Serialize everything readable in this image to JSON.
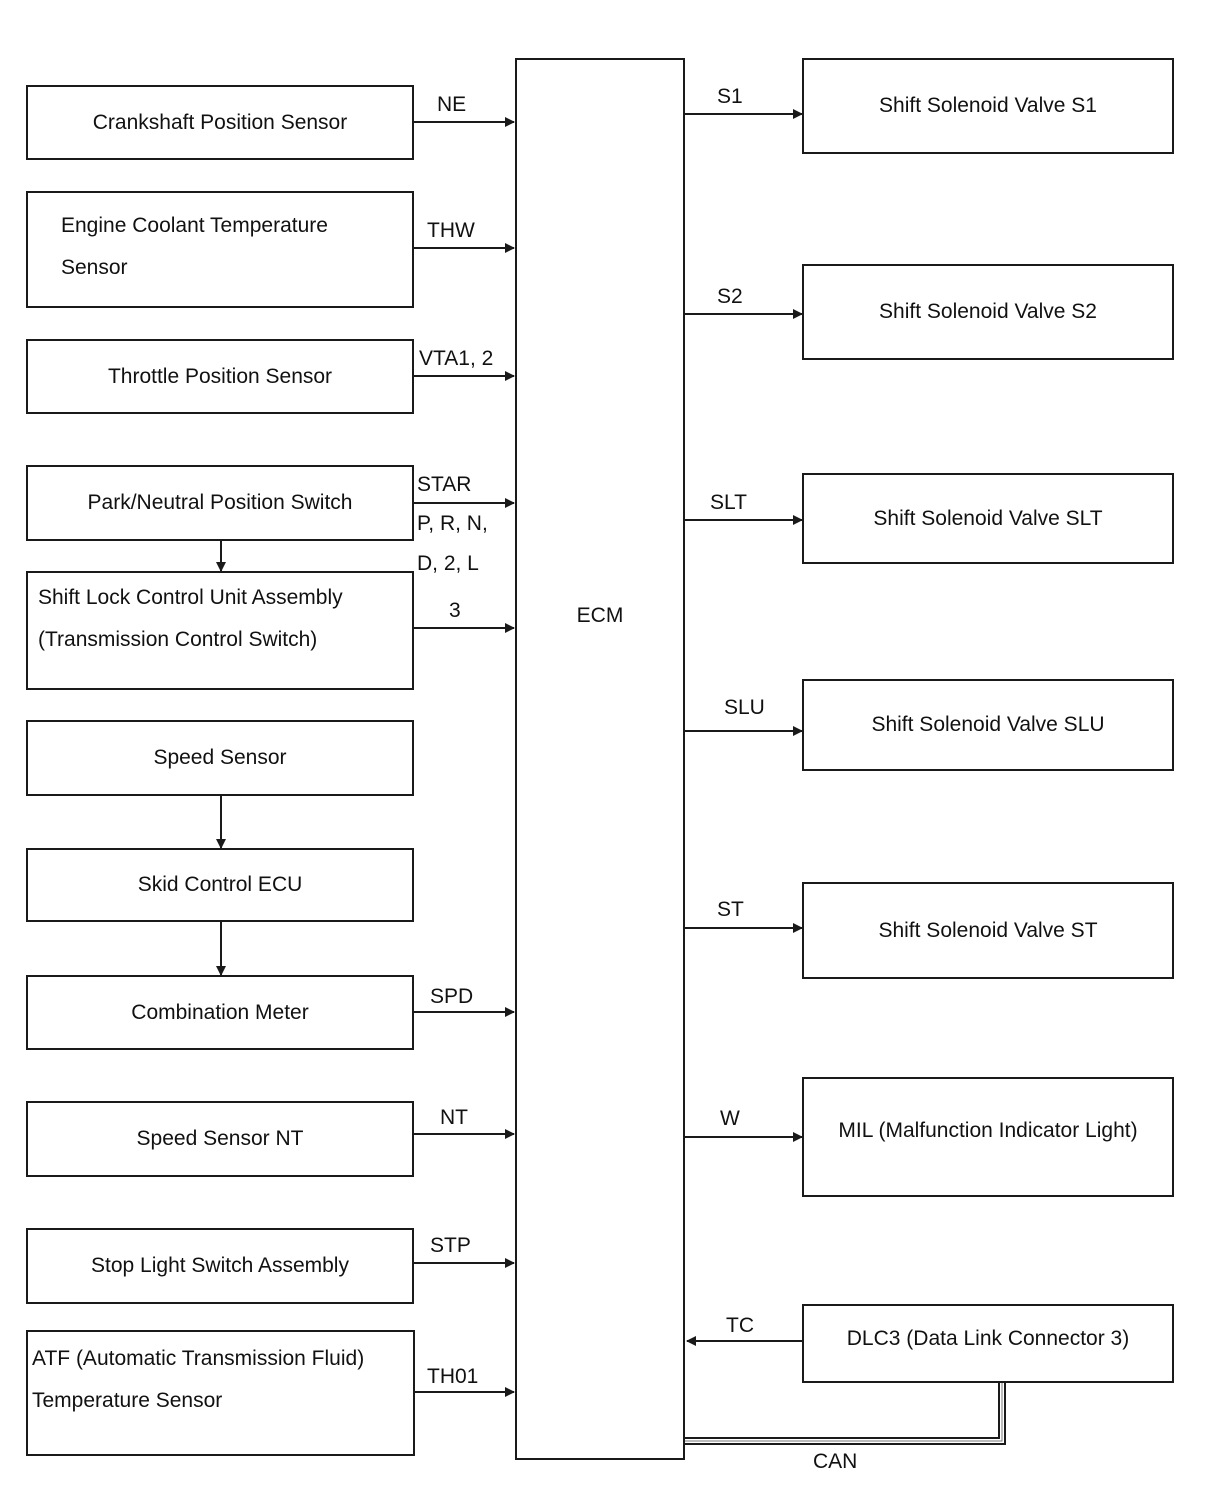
{
  "ecm": {
    "label": "ECM"
  },
  "inputs": {
    "crankshaft": "Crankshaft Position Sensor",
    "coolant_line1": "Engine Coolant Temperature",
    "coolant_line2": "Sensor",
    "throttle": "Throttle Position Sensor",
    "park_neutral": "Park/Neutral Position Switch",
    "shift_lock_line1": "Shift Lock Control Unit Assembly",
    "shift_lock_line2": "(Transmission Control Switch)",
    "speed_sensor": "Speed Sensor",
    "skid_control": "Skid Control ECU",
    "combination_meter": "Combination Meter",
    "speed_sensor_nt": "Speed Sensor NT",
    "stop_light": "Stop Light Switch Assembly",
    "atf_line1": "ATF (Automatic Transmission Fluid)",
    "atf_line2": "Temperature Sensor"
  },
  "outputs": {
    "s1": "Shift Solenoid Valve S1",
    "s2": "Shift Solenoid Valve S2",
    "slt": "Shift Solenoid Valve SLT",
    "slu": "Shift Solenoid Valve SLU",
    "st": "Shift Solenoid Valve ST",
    "mil": "MIL (Malfunction Indicator Light)",
    "dlc3": "DLC3 (Data Link Connector 3)"
  },
  "signals": {
    "ne": "NE",
    "thw": "THW",
    "vta": "VTA1, 2",
    "star": "STAR",
    "prn": "P, R, N,",
    "d2l": "D, 2, L",
    "three": "3",
    "spd": "SPD",
    "nt": "NT",
    "stp": "STP",
    "th01": "TH01",
    "s1": "S1",
    "s2": "S2",
    "slt": "SLT",
    "slu": "SLU",
    "st": "ST",
    "w": "W",
    "tc": "TC",
    "can": "CAN"
  }
}
